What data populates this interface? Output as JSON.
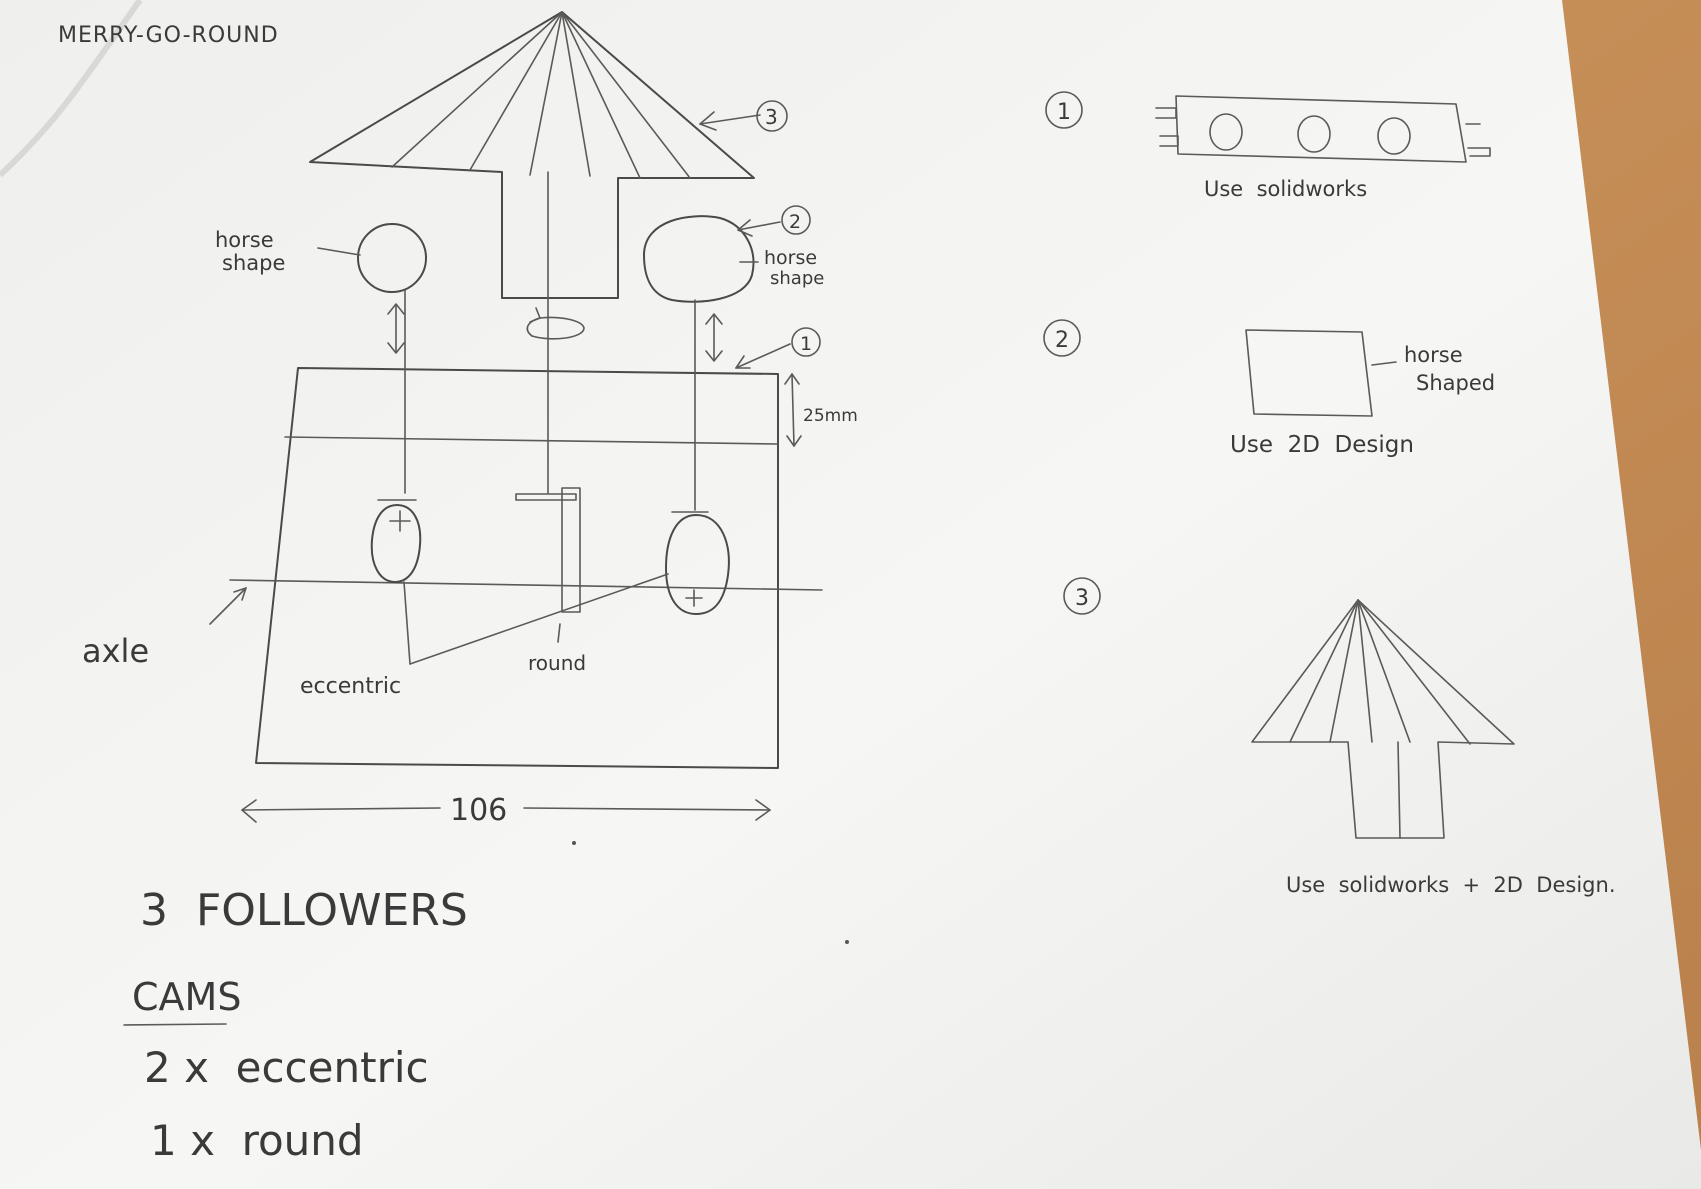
{
  "sheet": {
    "title": "MERRY-GO-ROUND"
  },
  "main_drawing": {
    "roof_callout": "3",
    "horse_left_label_line1": "horse",
    "horse_left_label_line2": "shape",
    "horse_right_label_line1": "horse",
    "horse_right_label_line2": "shape",
    "horse_right_callout": "2",
    "base_callout": "1",
    "dimension_height": "25mm",
    "dimension_width": "106",
    "axle_label": "axle",
    "cam_label_eccentric": "eccentric",
    "cam_label_round": "round"
  },
  "notes": {
    "followers": "3  FOLLOWERS",
    "cams_heading": "CAMS",
    "cams_eccentric": "2 x  eccentric",
    "cams_round": "1 x  round"
  },
  "parts": [
    {
      "number": "1",
      "method": "Use  solidworks"
    },
    {
      "number": "2",
      "method": "Use  2D  Design",
      "label_line1": "horse",
      "label_line2": "Shaped"
    },
    {
      "number": "3",
      "method": "Use  solidworks  +  2D  Design."
    }
  ],
  "colors": {
    "desk": "#c98f57",
    "paper": "#f4f4f2",
    "pencil": "#4a4a4a"
  }
}
